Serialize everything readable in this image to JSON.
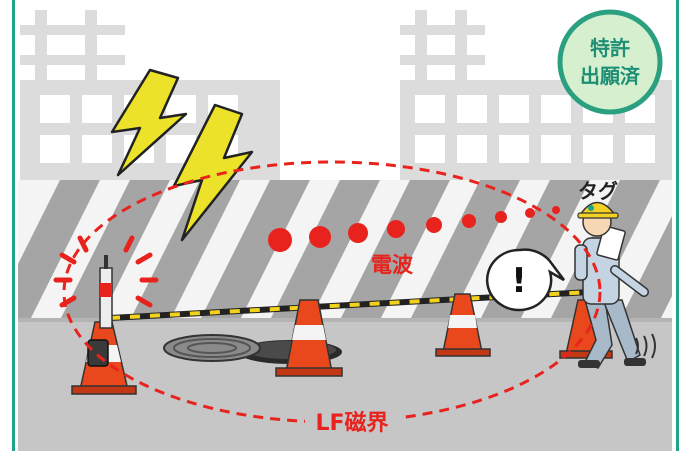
{
  "labels": {
    "badge_line1": "特許",
    "badge_line2": "出願済",
    "tag": "タグ",
    "radio_wave": "電波",
    "lf_field": "LF磁界",
    "alert": "!"
  },
  "colors": {
    "frame": "#1fa387",
    "badge_fill": "#d7f0cf",
    "badge_stroke": "#2aa080",
    "accent_red": "#e8231d",
    "lightning": "#ece22a",
    "cone": "#e8481c",
    "building": "#dadada",
    "barrier_stripe": "#a3a3a3",
    "ground": "#c4c4c4"
  },
  "icons": [
    "lightning-bolt-icon",
    "manhole-icon",
    "traffic-cone-icon",
    "worker-icon",
    "exclamation-speech-bubble-icon",
    "beacon-icon"
  ]
}
